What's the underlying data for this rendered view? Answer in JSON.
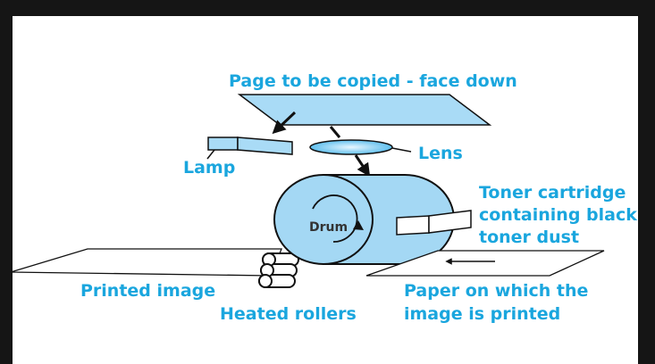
{
  "labels": {
    "page_title": "Page to be copied - face down",
    "lamp": "Lamp",
    "lens": "Lens",
    "toner_line1": "Toner cartridge",
    "toner_line2": "containing black",
    "toner_line3": "toner dust",
    "drum": "Drum",
    "printed_image": "Printed image",
    "heated_rollers": "Heated rollers",
    "paper_line1": "Paper on which the",
    "paper_line2": "image is printed"
  },
  "colors": {
    "label": "#1aa6de",
    "fill_blue": "#a9dbf6",
    "drum_blue": "#a4d8f4",
    "outline": "#111111"
  }
}
